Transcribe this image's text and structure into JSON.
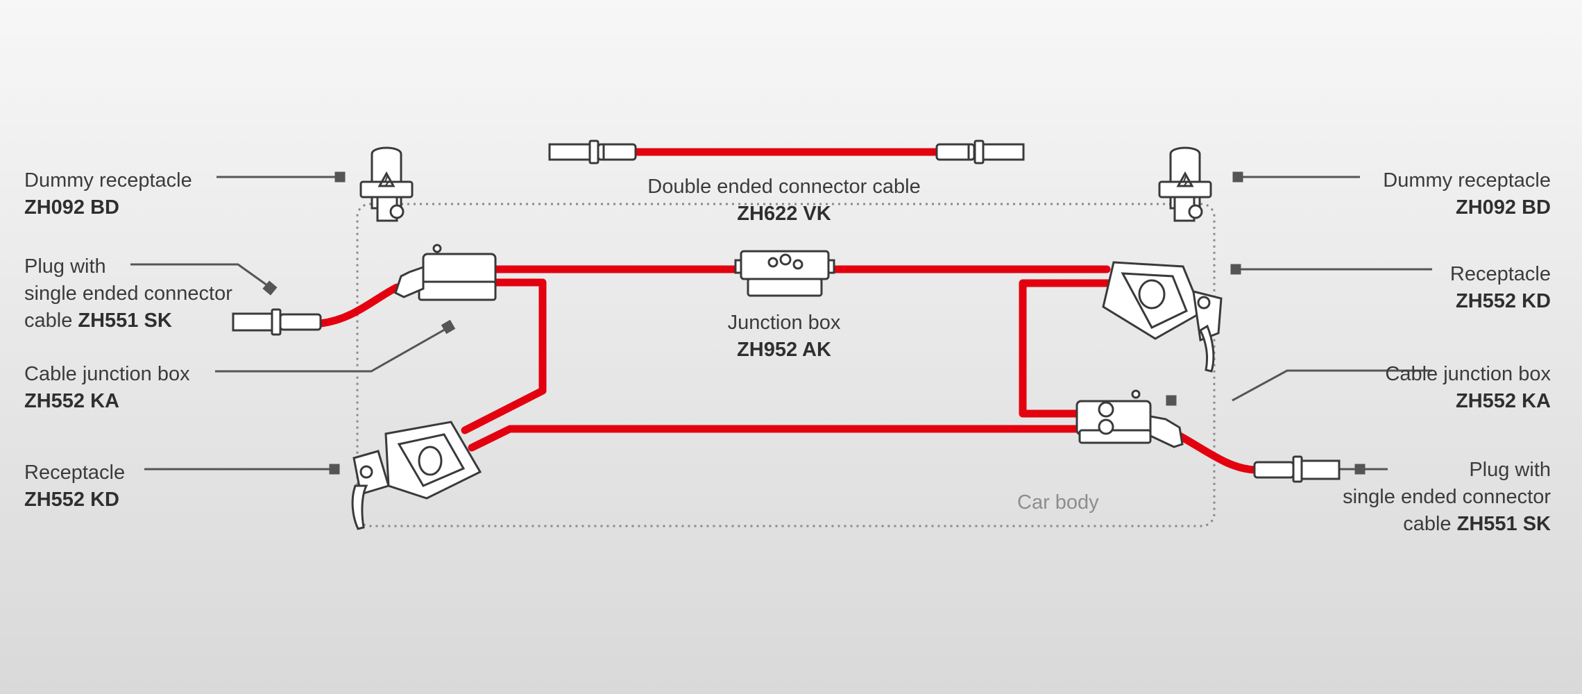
{
  "labels": {
    "dummy_left": {
      "name": "Dummy receptacle",
      "code": "ZH092 BD"
    },
    "dummy_right": {
      "name": "Dummy receptacle",
      "code": "ZH092 BD"
    },
    "double_cable": {
      "name": "Double ended connector cable",
      "code": "ZH622 VK"
    },
    "plug_left": {
      "line1": "Plug with",
      "line2": "single ended connector",
      "line3_prefix": "cable ",
      "code": "ZH551 SK"
    },
    "plug_right": {
      "line1": "Plug with",
      "line2": "single ended connector",
      "line3_prefix": "cable ",
      "code": "ZH551 SK"
    },
    "cable_jb_left": {
      "name": "Cable junction box",
      "code": "ZH552 KA"
    },
    "cable_jb_right": {
      "name": "Cable junction box",
      "code": "ZH552 KA"
    },
    "receptacle_left": {
      "name": "Receptacle",
      "code": "ZH552 KD"
    },
    "receptacle_right": {
      "name": "Receptacle",
      "code": "ZH552 KD"
    },
    "junction_box": {
      "name": "Junction box",
      "code": "ZH952 AK"
    },
    "car_body": "Car body"
  },
  "colors": {
    "cable": "#e3000f",
    "leader": "#555555",
    "outline": "#3a3a3a",
    "border": "#8a8a8a"
  }
}
